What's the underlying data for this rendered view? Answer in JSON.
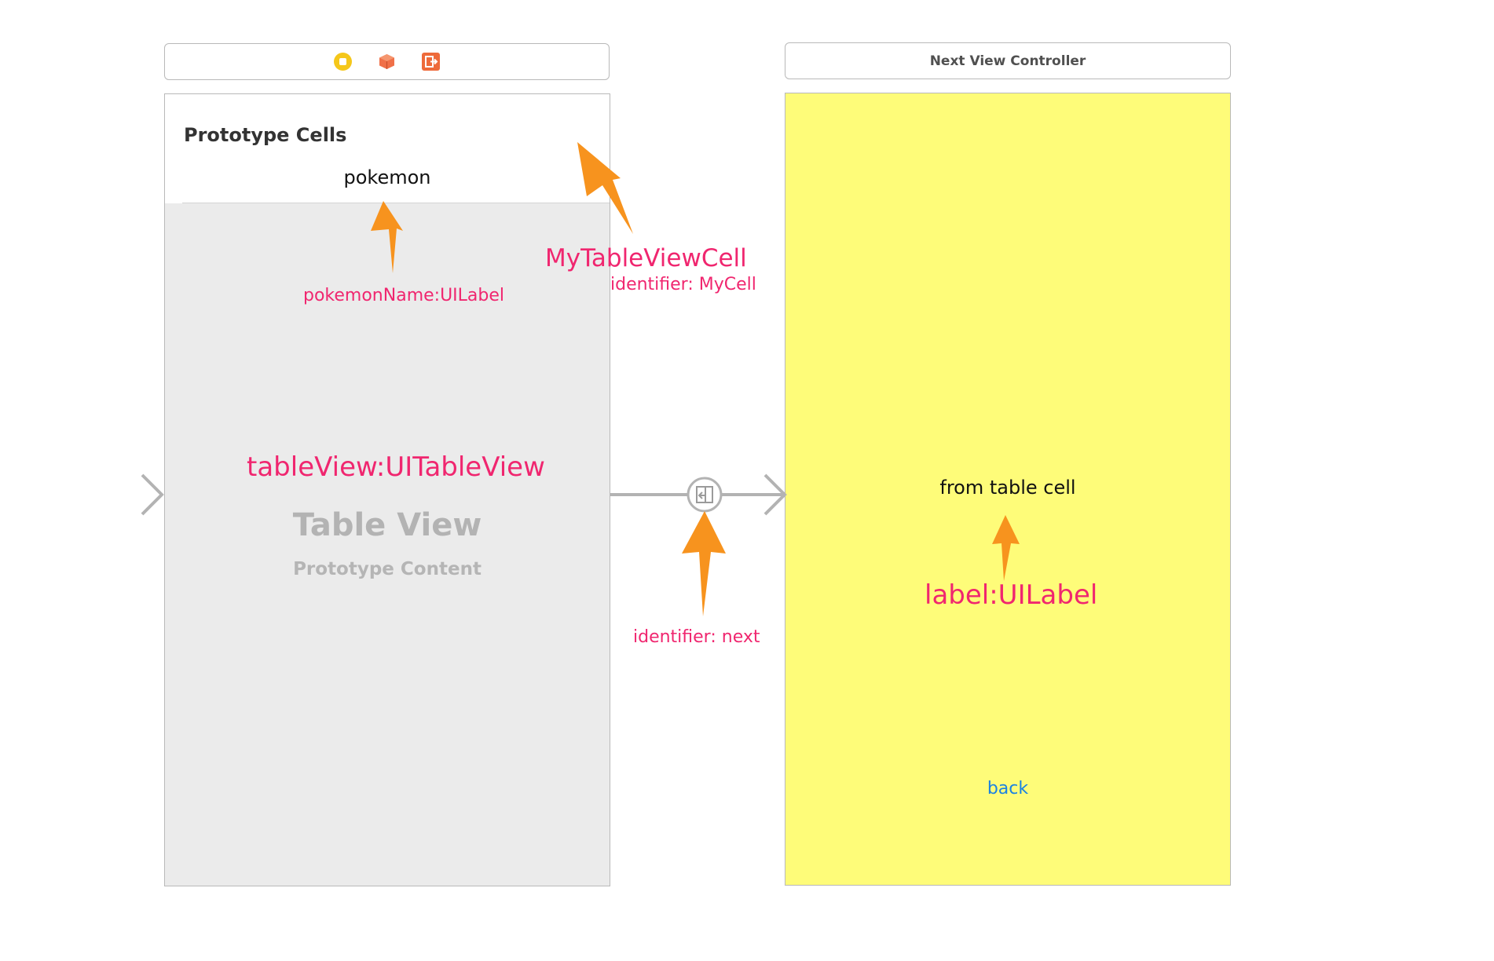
{
  "left_scene": {
    "dock_icons": [
      "view-controller-icon",
      "first-responder-icon",
      "exit-icon"
    ],
    "prototype_cells_title": "Prototype Cells",
    "cell_label": "pokemon",
    "table_view_title": "Table View",
    "table_view_subtitle": "Prototype Content"
  },
  "right_scene": {
    "dock_title": "Next View Controller",
    "label_text": "from table cell",
    "back_button": "back",
    "background_color": "#fefc79"
  },
  "annotations": {
    "pokemon_name": "pokemonName:UILabel",
    "cell_class": "MyTableViewCell",
    "cell_identifier": "identifier: MyCell",
    "table_view": "tableView:UITableView",
    "segue_identifier": "identifier: next",
    "label": "label:UILabel"
  },
  "colors": {
    "annotation": "#f0266f",
    "arrow": "#f7931e",
    "link": "#1a82e2"
  }
}
